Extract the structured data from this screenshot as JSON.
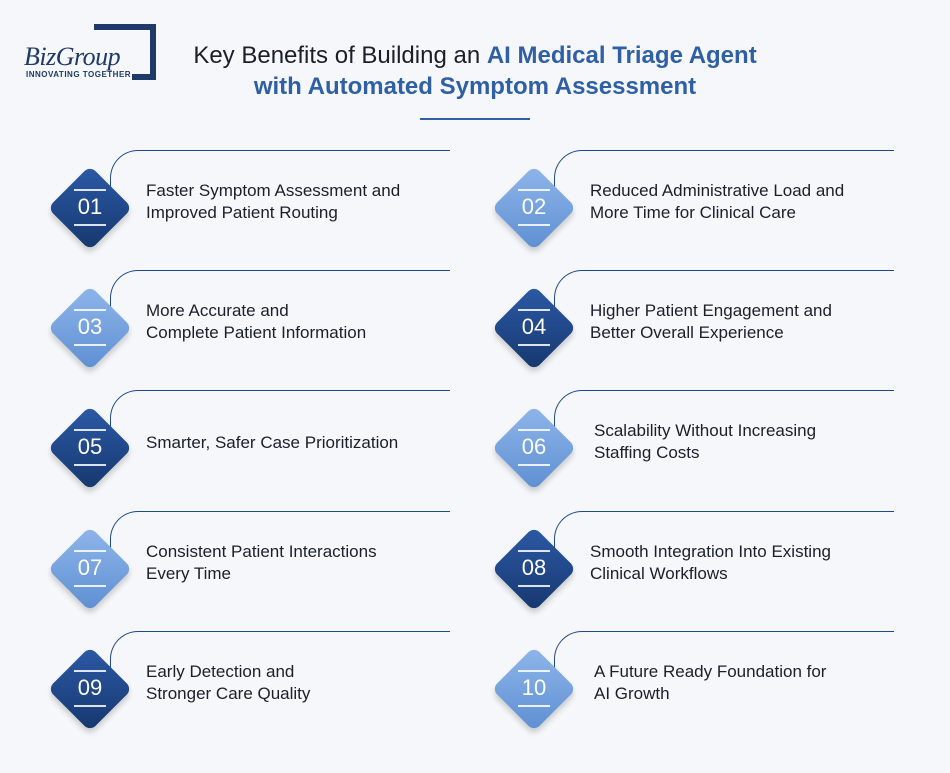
{
  "logo": {
    "name": "BizGroup",
    "tagline": "INNOVATING TOGETHER"
  },
  "title": {
    "line1_prefix": "Key Benefits of Building an ",
    "line1_highlight": "AI Medical Triage Agent",
    "line2": "with Automated Symptom Assessment"
  },
  "items": [
    {
      "num": "01",
      "line1": "Faster Symptom Assessment and",
      "line2": "Improved Patient Routing",
      "style": "dark"
    },
    {
      "num": "02",
      "line1": "Reduced Administrative Load and",
      "line2": "More Time for Clinical Care",
      "style": "light"
    },
    {
      "num": "03",
      "line1": "More Accurate and",
      "line2": "Complete Patient Information",
      "style": "light"
    },
    {
      "num": "04",
      "line1": "Higher Patient Engagement and",
      "line2": "Better Overall Experience",
      "style": "dark"
    },
    {
      "num": "05",
      "line1": "Smarter, Safer Case Prioritization",
      "line2": "",
      "style": "dark"
    },
    {
      "num": "06",
      "line1": "Scalability Without Increasing",
      "line2": "Staffing Costs",
      "style": "light"
    },
    {
      "num": "07",
      "line1": "Consistent Patient Interactions",
      "line2": "Every Time",
      "style": "light"
    },
    {
      "num": "08",
      "line1": "Smooth Integration Into Existing",
      "line2": "Clinical Workflows",
      "style": "dark"
    },
    {
      "num": "09",
      "line1": "Early Detection and",
      "line2": "Stronger Care Quality",
      "style": "dark"
    },
    {
      "num": "10",
      "line1": "A Future Ready Foundation for",
      "line2": "AI Growth",
      "style": "light"
    }
  ]
}
